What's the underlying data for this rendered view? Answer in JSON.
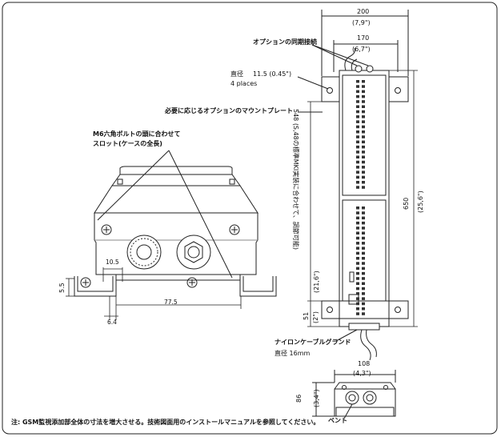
{
  "labels": {
    "sync_option": "オプションの同期接続",
    "diameter": "直径",
    "diameter_value": "11.5 (0.45\")",
    "places": "4 places",
    "mount_plate": "必要に応じるオプションのマウントプレート",
    "m6_slot_line1": "M6六角ボルトの頭に合わせて",
    "m6_slot_line2": "スロット(ケースの全長)",
    "nylon_gland": "ナイロンケーブルグランド",
    "gland_diameter": "直径  16mm",
    "vent": "ベント",
    "note": "注: GSM監視添加部全体の寸法を増大させる。技術図面用のインストールマニュアルを参照してください。",
    "vertical_note": "548 (S,48の標準MKI実装に合わせて、調節可能)"
  },
  "dims": {
    "w200": "200",
    "w200_in": "(7,9\")",
    "w170": "170",
    "w170_in": "(6,7\")",
    "h650": "650",
    "h650_in": "(25,6\")",
    "h216_in": "(21,6\")",
    "h51": "51",
    "h51_in": "(2\")",
    "w108": "108",
    "w108_in": "(4,3\")",
    "h86": "86",
    "h86_in": "(3,4\")",
    "d105": "10.5",
    "d55": "5.5",
    "d775": "77.5",
    "d64": "6.4"
  }
}
